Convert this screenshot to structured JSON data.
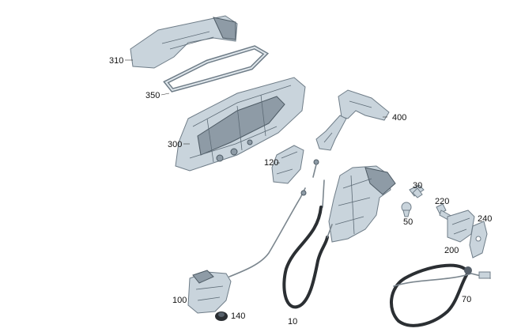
{
  "labels": {
    "p310": "310",
    "p350": "350",
    "p300": "300",
    "p400": "400",
    "p120": "120",
    "p30": "30",
    "p220": "220",
    "p50": "50",
    "p240": "240",
    "p200": "200",
    "p100": "100",
    "p140": "140",
    "p10": "10",
    "p70": "70"
  }
}
